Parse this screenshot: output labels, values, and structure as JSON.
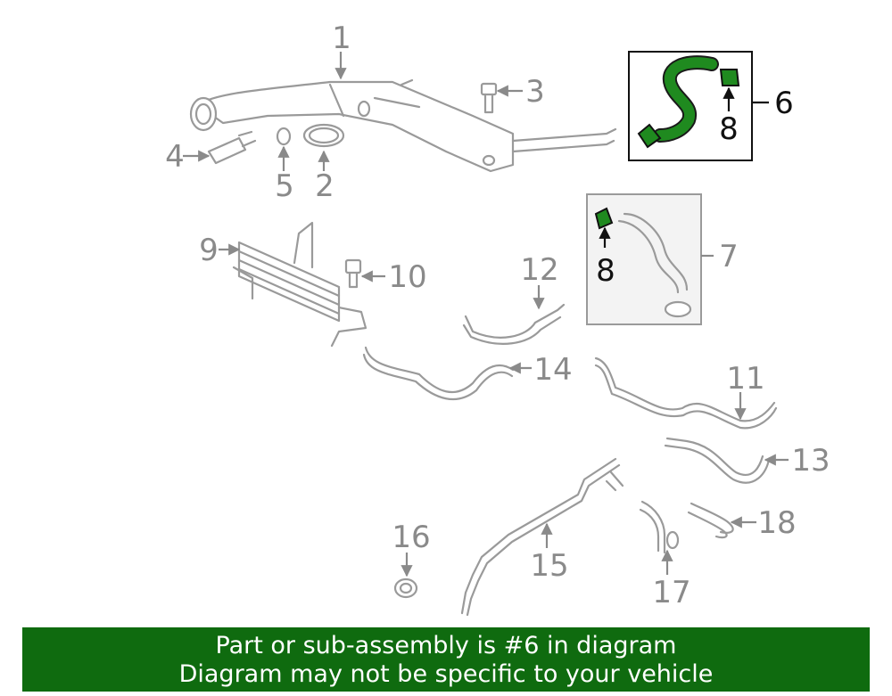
{
  "callouts": {
    "c1": "1",
    "c2": "2",
    "c3": "3",
    "c4": "4",
    "c5": "5",
    "c6": "6",
    "c7": "7",
    "c8a": "8",
    "c8b": "8",
    "c9": "9",
    "c10": "10",
    "c11": "11",
    "c12": "12",
    "c13": "13",
    "c14": "14",
    "c15": "15",
    "c16": "16",
    "c17": "17",
    "c18": "18"
  },
  "highlight_color": "#1f8a1f",
  "banner": {
    "line1": "Part or sub-assembly is #6 in diagram",
    "line2": "Diagram may not be specific to your vehicle",
    "background": "#0f6b0f"
  }
}
